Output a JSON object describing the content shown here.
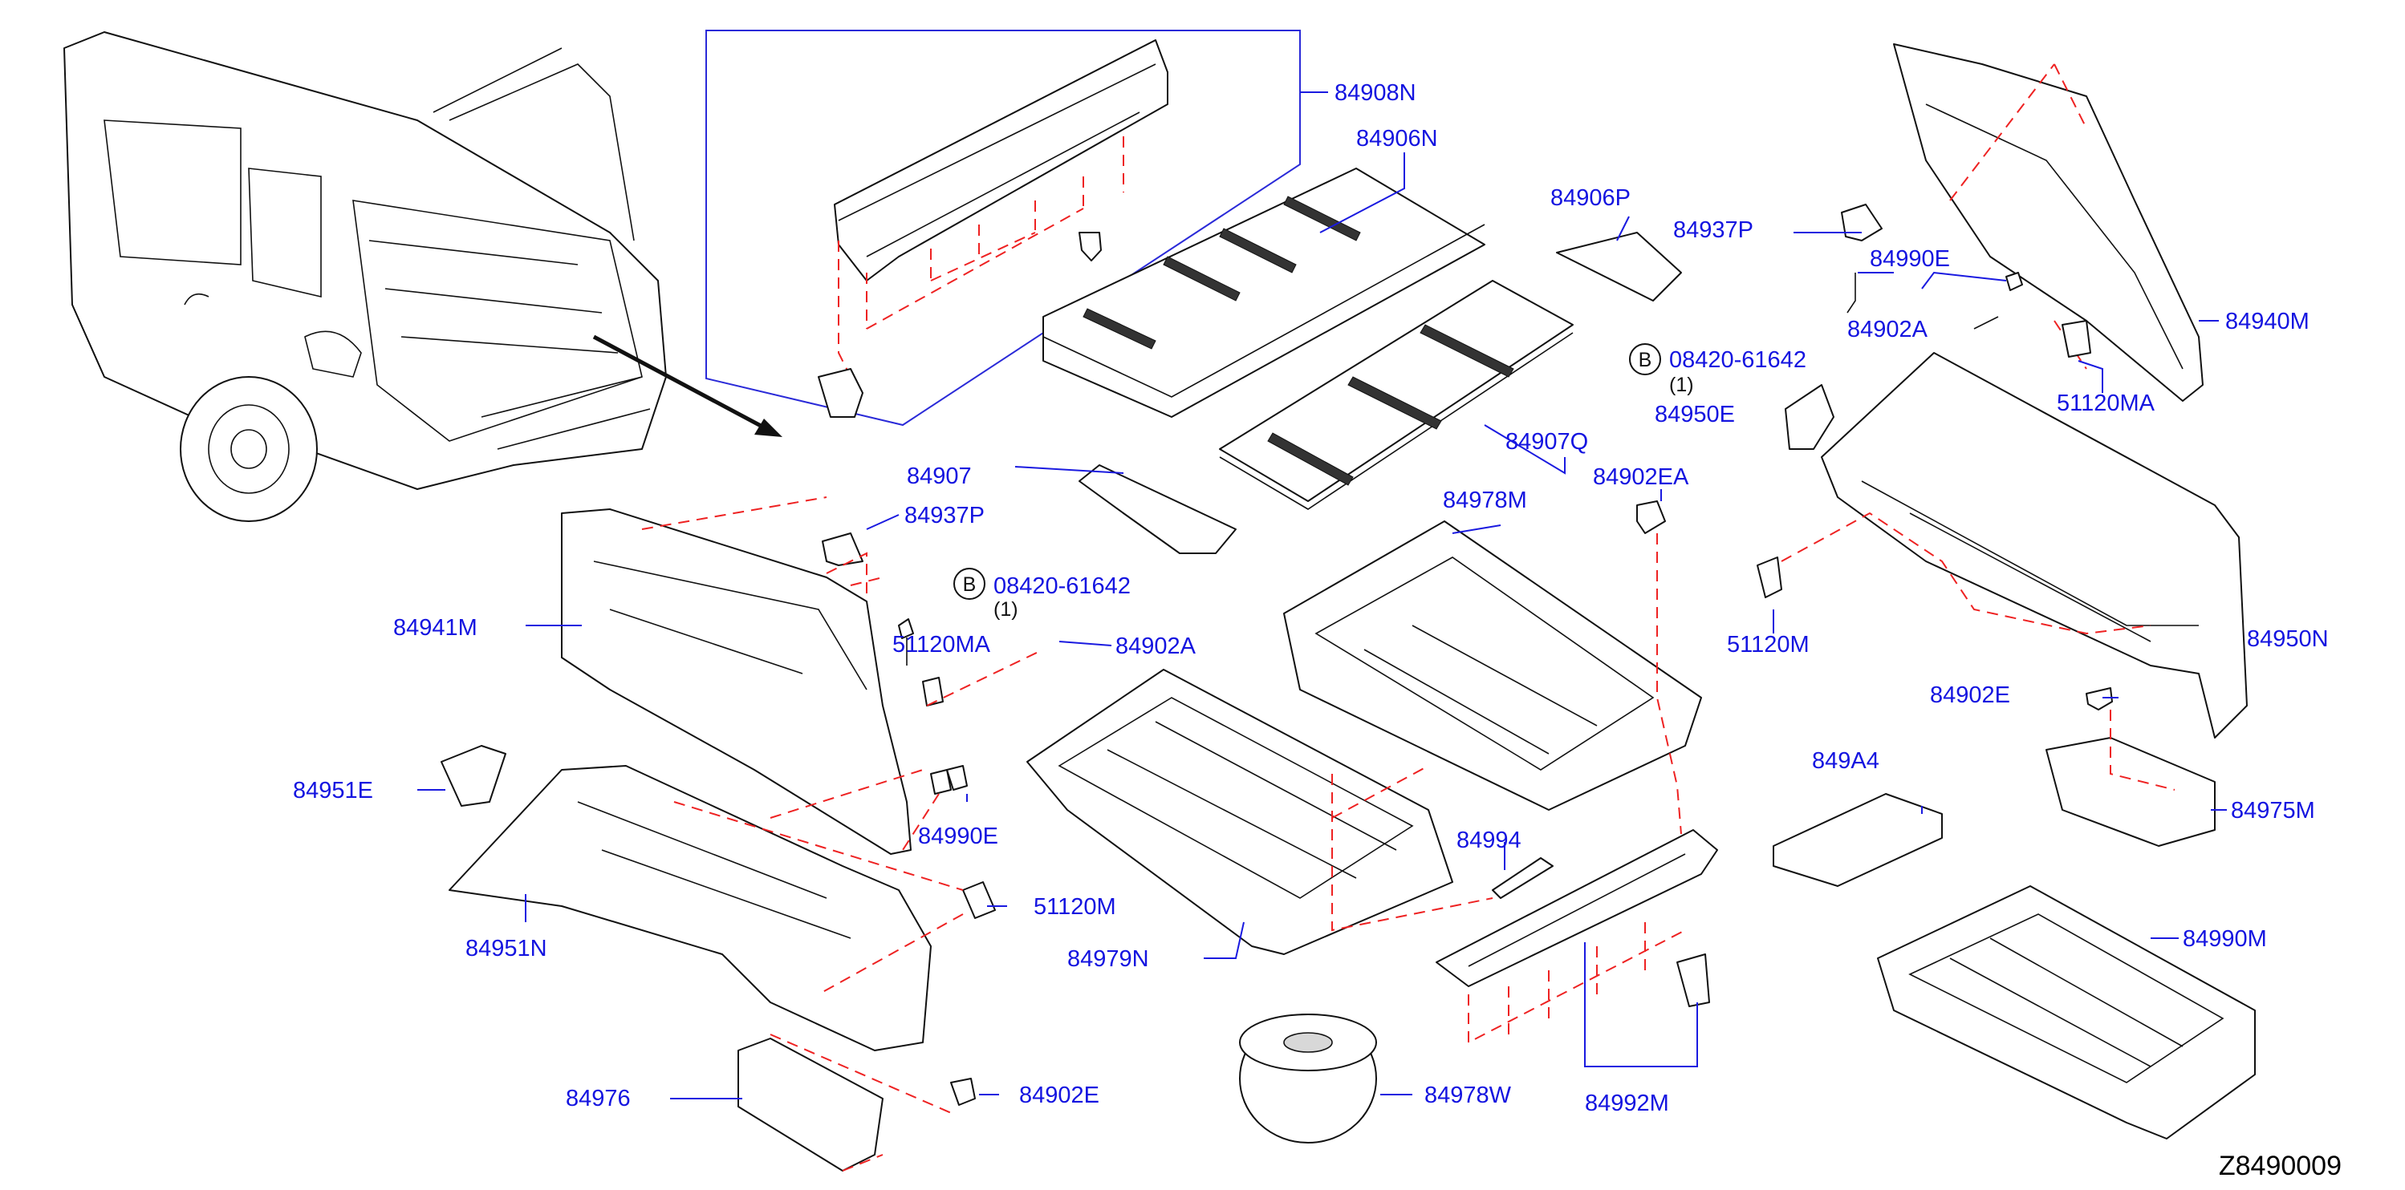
{
  "diagram_code": "Z8490009",
  "bolt_symbol": "B",
  "bolt_qty_text": "(1)",
  "labels": {
    "p84908N": "84908N",
    "p84906N": "84906N",
    "p84906P": "84906P",
    "p84937P_top": "84937P",
    "p84990E_top": "84990E",
    "p84940M": "84940M",
    "p84902A_top": "84902A",
    "p08420_top": "08420-61642",
    "p51120MA_top": "51120MA",
    "p84950E": "84950E",
    "p84907Q": "84907Q",
    "p84907": "84907",
    "p84902EA": "84902EA",
    "p84978M": "84978M",
    "p84937P_mid": "84937P",
    "p08420_mid": "08420-61642",
    "p84941M": "84941M",
    "p51120MA_mid": "51120MA",
    "p84902A_mid": "84902A",
    "p51120M_right": "51120M",
    "p84950N": "84950N",
    "p84902E_right": "84902E",
    "p84951E": "84951E",
    "p84990E_mid": "84990E",
    "p849A4": "849A4",
    "p84975M": "84975M",
    "p84994": "84994",
    "p51120M_mid": "51120M",
    "p84951N": "84951N",
    "p84979N": "84979N",
    "p84990M": "84990M",
    "p84976": "84976",
    "p84902E_mid": "84902E",
    "p84978W": "84978W",
    "p84992M": "84992M"
  }
}
